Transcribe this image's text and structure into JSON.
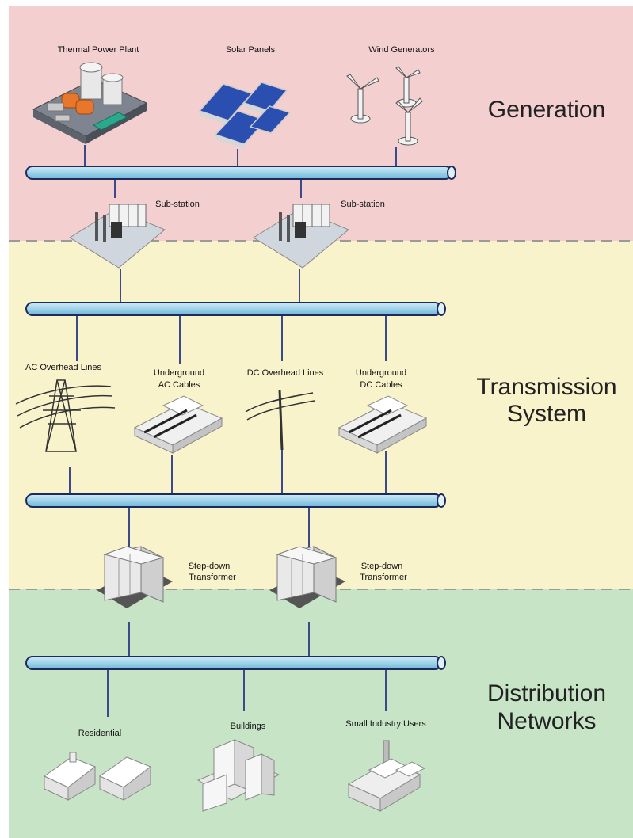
{
  "sections": {
    "generation": {
      "label": "Generation",
      "color": "#f3cfd0"
    },
    "transmission": {
      "label_line1": "Transmission",
      "label_line2": "System",
      "color": "#f9f3cc"
    },
    "distribution": {
      "label_line1": "Distribution",
      "label_line2": "Networks",
      "color": "#c7e4c6"
    }
  },
  "generation_items": {
    "thermal": "Thermal Power Plant",
    "solar": "Solar Panels",
    "wind": "Wind Generators"
  },
  "substations": [
    "Sub-station",
    "Sub-station"
  ],
  "transmission_items": {
    "ac_overhead": "AC Overhead Lines",
    "ug_ac_line1": "Underground",
    "ug_ac_line2": "AC Cables",
    "dc_overhead": "DC Overhead Lines",
    "ug_dc_line1": "Underground",
    "ug_dc_line2": "DC Cables"
  },
  "transformers": [
    {
      "line1": "Step-down",
      "line2": "Transformer"
    },
    {
      "line1": "Step-down",
      "line2": "Transformer"
    }
  ],
  "distribution_items": {
    "residential": "Residential",
    "buildings": "Buildings",
    "industry": "Small Industry Users"
  },
  "colors": {
    "bus": "#9fd3ea",
    "bus_border": "#1d2b5c",
    "line": "#3a4a8a",
    "divider": "#9a9a9a"
  }
}
